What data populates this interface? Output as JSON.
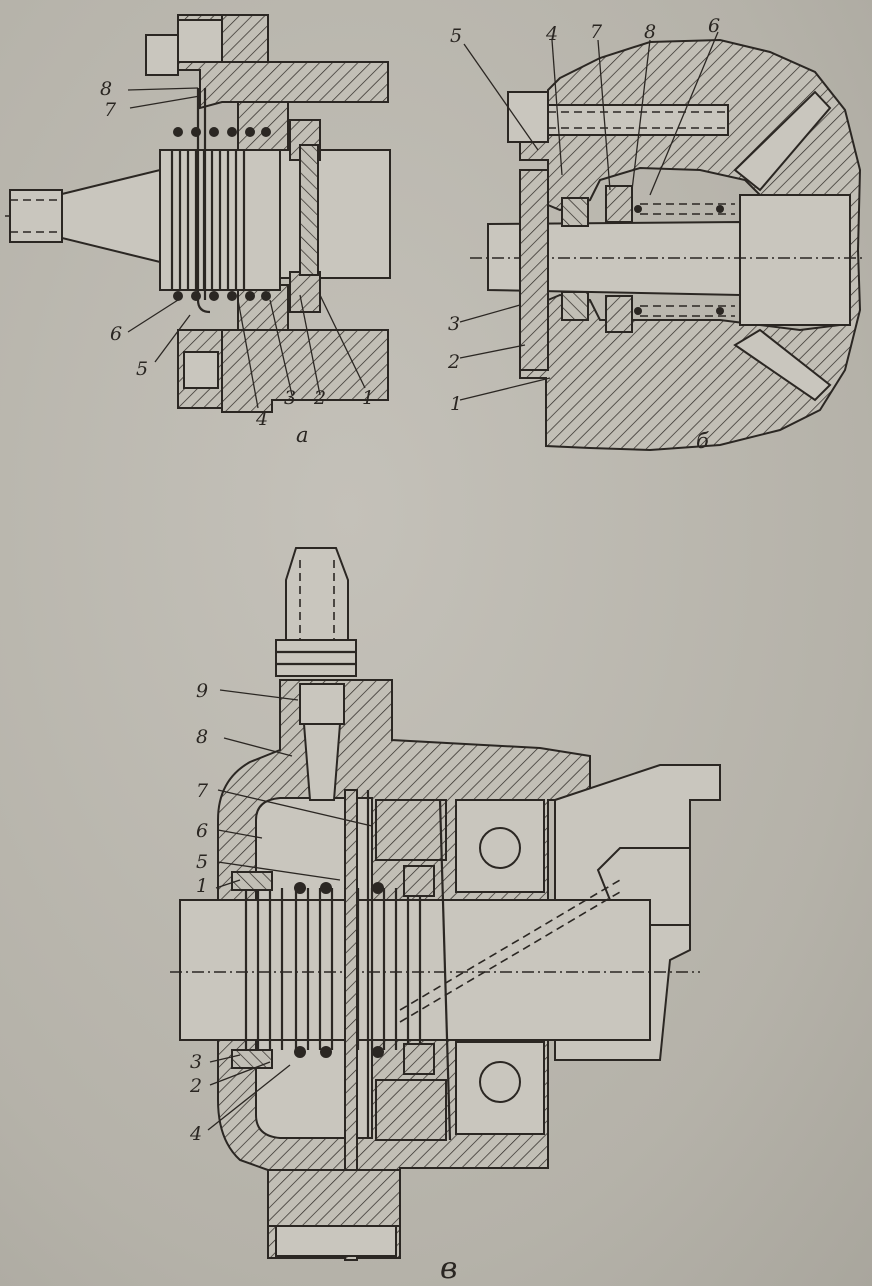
{
  "figure_a": {
    "caption": "а",
    "labels": [
      "8",
      "7",
      "6",
      "5",
      "4",
      "3",
      "2",
      "1"
    ]
  },
  "figure_b": {
    "caption": "б",
    "labels": [
      "5",
      "4",
      "7",
      "8",
      "6",
      "3",
      "2",
      "1"
    ]
  },
  "figure_c": {
    "caption": "в",
    "labels": [
      "9",
      "8",
      "7",
      "6",
      "5",
      "1",
      "3",
      "2",
      "4"
    ]
  }
}
